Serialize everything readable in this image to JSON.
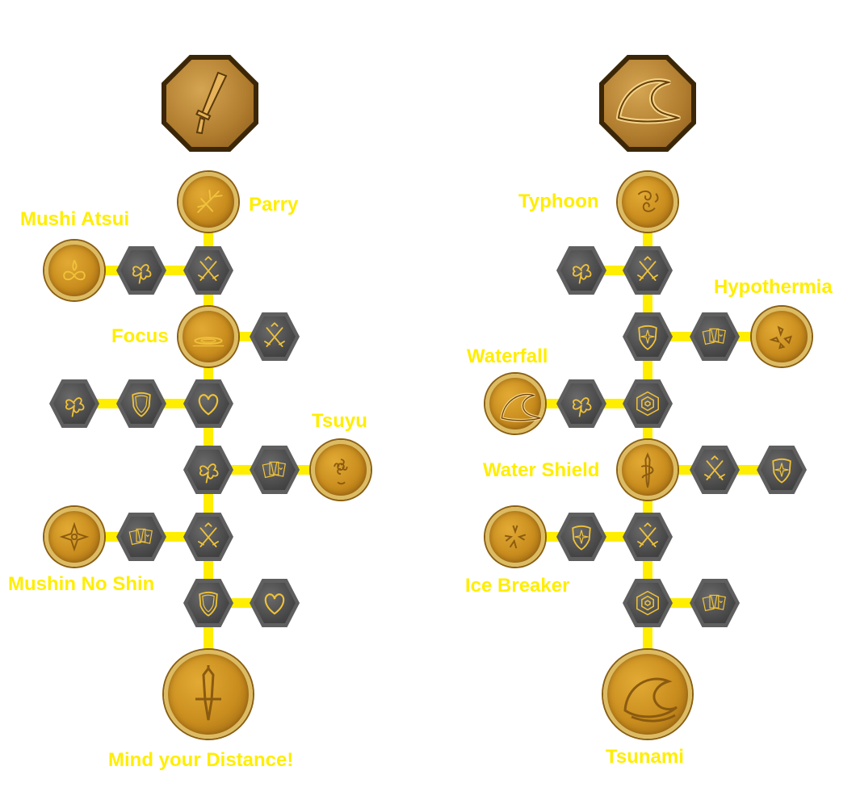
{
  "colors": {
    "label": "#ffee00",
    "connector": "#ffee00"
  },
  "trees": [
    {
      "id": "sword",
      "header_icon": "katana-icon",
      "labels": {
        "parry": "Parry",
        "mushi_atsui": "Mushi Atsui",
        "focus": "Focus",
        "tsuyu": "Tsuyu",
        "mushin_no_shin": "Mushin No Shin",
        "mind_your_distance": "Mind your Distance!"
      },
      "nodes": [
        {
          "key": "parry",
          "type": "skill",
          "icon": "slash-icon"
        },
        {
          "key": "mushi_atsui",
          "type": "skill",
          "icon": "infinity-flame-icon"
        },
        {
          "key": "clover-1",
          "type": "perk",
          "icon": "clover-icon"
        },
        {
          "key": "blades-1",
          "type": "perk",
          "icon": "crossed-blades-icon"
        },
        {
          "key": "focus",
          "type": "skill",
          "icon": "ripple-icon"
        },
        {
          "key": "blades-2",
          "type": "perk",
          "icon": "crossed-blades-icon"
        },
        {
          "key": "clover-2",
          "type": "perk",
          "icon": "clover-icon"
        },
        {
          "key": "shield-1",
          "type": "perk",
          "icon": "shield-icon"
        },
        {
          "key": "heart-1",
          "type": "perk",
          "icon": "heart-icon"
        },
        {
          "key": "clover-3",
          "type": "perk",
          "icon": "clover-icon"
        },
        {
          "key": "cards-1",
          "type": "perk",
          "icon": "cards-icon"
        },
        {
          "key": "tsuyu",
          "type": "skill",
          "icon": "flower-icon"
        },
        {
          "key": "mushin_no_shin",
          "type": "skill",
          "icon": "shuriken-icon"
        },
        {
          "key": "cards-2",
          "type": "perk",
          "icon": "cards-icon"
        },
        {
          "key": "blades-3",
          "type": "perk",
          "icon": "crossed-blades-icon"
        },
        {
          "key": "shield-2",
          "type": "perk",
          "icon": "shield-icon"
        },
        {
          "key": "heart-2",
          "type": "perk",
          "icon": "heart-icon"
        },
        {
          "key": "mind_your_distance",
          "type": "ultimate",
          "icon": "dagger-icon"
        }
      ]
    },
    {
      "id": "water",
      "header_icon": "wave-icon",
      "labels": {
        "typhoon": "Typhoon",
        "hypothermia": "Hypothermia",
        "waterfall": "Waterfall",
        "water_shield": "Water Shield",
        "ice_breaker": "Ice Breaker",
        "tsunami": "Tsunami"
      },
      "nodes": [
        {
          "key": "typhoon",
          "type": "skill",
          "icon": "swirl-icon"
        },
        {
          "key": "clover-4",
          "type": "perk",
          "icon": "clover-icon"
        },
        {
          "key": "blades-4",
          "type": "perk",
          "icon": "crossed-blades-icon"
        },
        {
          "key": "star-shield-1",
          "type": "perk",
          "icon": "star-shield-icon"
        },
        {
          "key": "cards-3",
          "type": "perk",
          "icon": "cards-icon"
        },
        {
          "key": "hypothermia",
          "type": "skill",
          "icon": "shards-icon"
        },
        {
          "key": "waterfall",
          "type": "skill",
          "icon": "wave-icon"
        },
        {
          "key": "clover-5",
          "type": "perk",
          "icon": "clover-icon"
        },
        {
          "key": "spiral-1",
          "type": "perk",
          "icon": "spiral-icon"
        },
        {
          "key": "water_shield",
          "type": "skill",
          "icon": "water-blade-icon"
        },
        {
          "key": "blades-5",
          "type": "perk",
          "icon": "crossed-blades-icon"
        },
        {
          "key": "star-shield-2",
          "type": "perk",
          "icon": "star-shield-icon"
        },
        {
          "key": "ice_breaker",
          "type": "skill",
          "icon": "ice-burst-icon"
        },
        {
          "key": "star-shield-3",
          "type": "perk",
          "icon": "star-shield-icon"
        },
        {
          "key": "blades-6",
          "type": "perk",
          "icon": "crossed-blades-icon"
        },
        {
          "key": "spiral-2",
          "type": "perk",
          "icon": "spiral-icon"
        },
        {
          "key": "cards-4",
          "type": "perk",
          "icon": "cards-icon"
        },
        {
          "key": "tsunami",
          "type": "ultimate",
          "icon": "big-wave-icon"
        }
      ]
    }
  ]
}
